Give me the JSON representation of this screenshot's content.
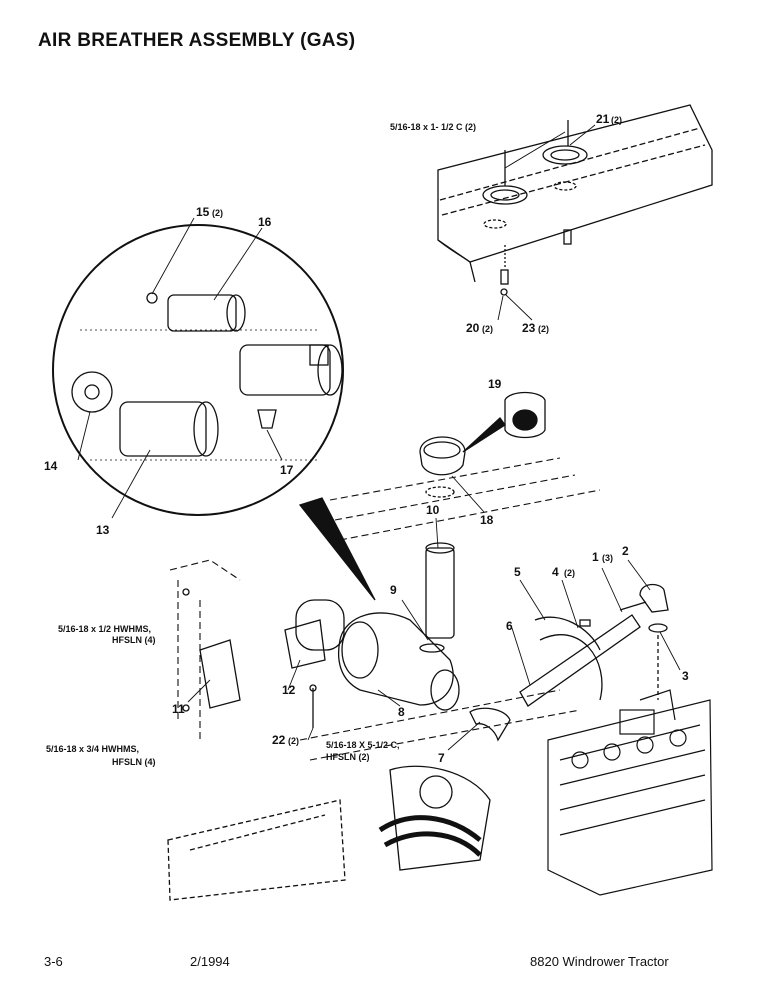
{
  "title": "AIR BREATHER ASSEMBLY (GAS)",
  "footer": {
    "page": "3-6",
    "date": "2/1994",
    "model": "8820 Windrower Tractor"
  },
  "callouts": {
    "c1": "1",
    "c1q": "(3)",
    "c2": "2",
    "c3": "3",
    "c4": "4",
    "c4q": "(2)",
    "c5": "5",
    "c6": "6",
    "c7": "7",
    "c8": "8",
    "c9": "9",
    "c10": "10",
    "c11": "11",
    "c12": "12",
    "c13": "13",
    "c14": "14",
    "c15": "15",
    "c15q": "(2)",
    "c16": "16",
    "c17": "17",
    "c18": "18",
    "c19": "19",
    "c20": "20",
    "c20q": "(2)",
    "c21": "21",
    "c21q": "(2)",
    "c22": "22",
    "c22q": "(2)",
    "c23": "23",
    "c23q": "(2)"
  },
  "fasteners": {
    "top": "5/16-18 x 1- 1/2 C (2)",
    "left1_a": "5/16-18 x 1/2 HWHMS,",
    "left1_b": "HFSLN (4)",
    "left2_a": "5/16-18 x 3/4 HWHMS,",
    "left2_b": "HFSLN (4)",
    "mid_a": "5/16-18 X 5-1/2 C,",
    "mid_b": "HFSLN (2)"
  }
}
